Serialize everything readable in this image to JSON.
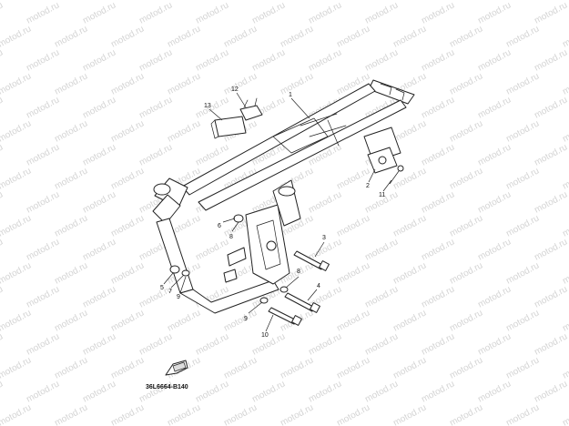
{
  "watermark": "motod.ru",
  "diagram_code": "36L6664-B140",
  "callouts": [
    "1",
    "2",
    "3",
    "4",
    "5",
    "6",
    "7",
    "8",
    "8",
    "9",
    "9",
    "10",
    "11",
    "12",
    "13"
  ]
}
